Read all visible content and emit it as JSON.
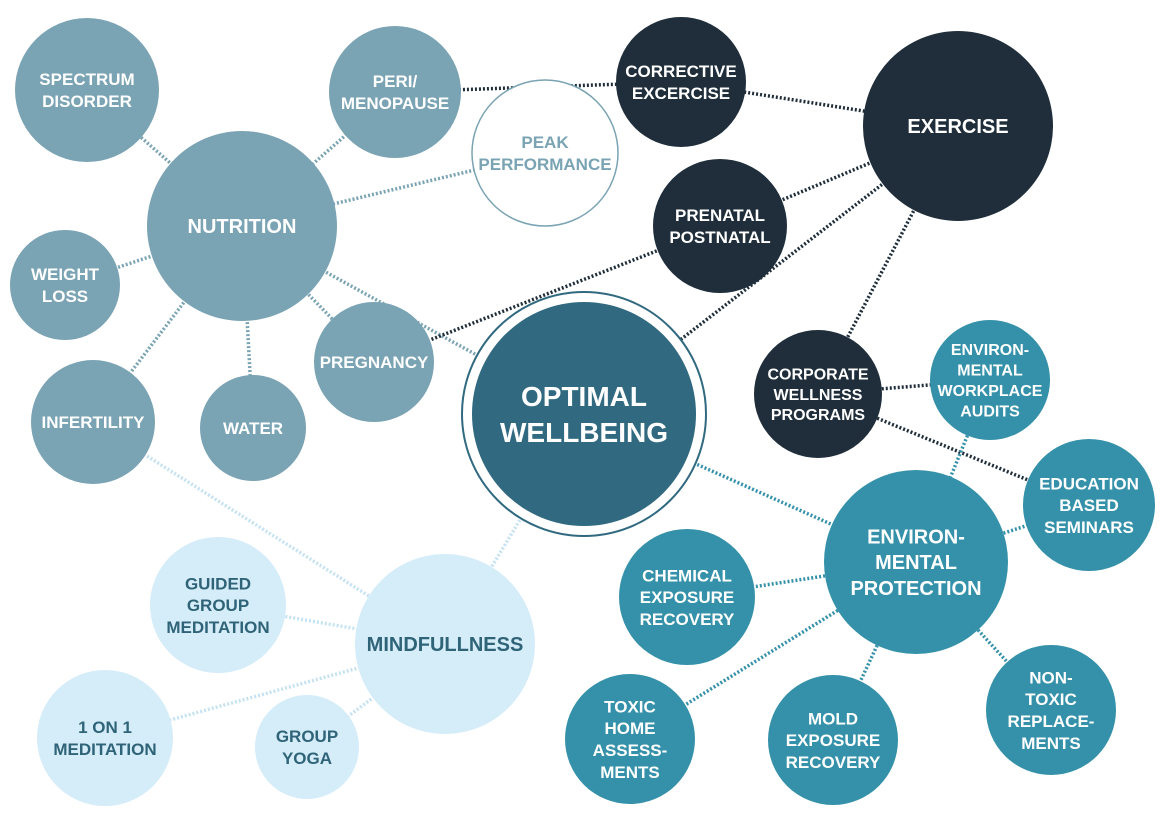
{
  "groups": {
    "nutrition": {
      "fill": "#7aa3b3",
      "text": "#ffffff",
      "line": "#7aa3b3"
    },
    "peak": {
      "fill": "#ffffff",
      "stroke": "#7aa3b3",
      "text": "#7aa3b3",
      "line": "#7aa3b3"
    },
    "exercise": {
      "fill": "#1f2e3a",
      "text": "#ffffff",
      "line": "#1f2e3a"
    },
    "center": {
      "fill": "#316a80",
      "stroke": "#316a80",
      "text": "#ffffff",
      "line": "#7aa3b3"
    },
    "environment": {
      "fill": "#3591a9",
      "text": "#ffffff",
      "line": "#3591a9"
    },
    "mindfulness": {
      "fill": "#d5ecf9",
      "text": "#2f6478",
      "line": "#c5e2f3"
    }
  },
  "nodes": [
    {
      "id": "spectrum",
      "group": "nutrition",
      "label": [
        "SPECTRUM",
        "DISORDER"
      ]
    },
    {
      "id": "peri",
      "group": "nutrition",
      "label": [
        "PERI/",
        "MENOPAUSE"
      ]
    },
    {
      "id": "nutrition",
      "group": "nutrition",
      "label": [
        "NUTRITION"
      ]
    },
    {
      "id": "peak",
      "group": "peak",
      "label": [
        "PEAK",
        "PERFORMANCE"
      ]
    },
    {
      "id": "weight",
      "group": "nutrition",
      "label": [
        "WEIGHT",
        "LOSS"
      ]
    },
    {
      "id": "pregnancy",
      "group": "nutrition",
      "label": [
        "PREGNANCY"
      ]
    },
    {
      "id": "infertility",
      "group": "nutrition",
      "label": [
        "INFERTILITY"
      ]
    },
    {
      "id": "water",
      "group": "nutrition",
      "label": [
        "WATER"
      ]
    },
    {
      "id": "corrective",
      "group": "exercise",
      "label": [
        "CORRECTIVE",
        "EXCERCISE"
      ]
    },
    {
      "id": "exercise",
      "group": "exercise",
      "label": [
        "EXERCISE"
      ]
    },
    {
      "id": "prenatal",
      "group": "exercise",
      "label": [
        "PRENATAL",
        "POSTNATAL"
      ]
    },
    {
      "id": "optimal",
      "group": "center",
      "label": [
        "OPTIMAL",
        "WELLBEING"
      ]
    },
    {
      "id": "corporate",
      "group": "exercise",
      "label": [
        "CORPORATE",
        "WELLNESS",
        "PROGRAMS"
      ]
    },
    {
      "id": "audits",
      "group": "environment",
      "label": [
        "ENVIRON-",
        "MENTAL",
        "WORKPLACE",
        "AUDITS"
      ]
    },
    {
      "id": "education",
      "group": "environment",
      "label": [
        "EDUCATION",
        "BASED",
        "SEMINARS"
      ]
    },
    {
      "id": "envprot",
      "group": "environment",
      "label": [
        "ENVIRON-",
        "MENTAL",
        "PROTECTION"
      ]
    },
    {
      "id": "chemical",
      "group": "environment",
      "label": [
        "CHEMICAL",
        "EXPOSURE",
        "RECOVERY"
      ]
    },
    {
      "id": "mindfulness",
      "group": "mindfulness",
      "label": [
        "MINDFULLNESS"
      ]
    },
    {
      "id": "guided",
      "group": "mindfulness",
      "label": [
        "GUIDED",
        "GROUP",
        "MEDITATION"
      ]
    },
    {
      "id": "oneonone",
      "group": "mindfulness",
      "label": [
        "1 ON 1",
        "MEDITATION"
      ]
    },
    {
      "id": "yoga",
      "group": "mindfulness",
      "label": [
        "GROUP",
        "YOGA"
      ]
    },
    {
      "id": "toxic",
      "group": "environment",
      "label": [
        "TOXIC",
        "HOME",
        "ASSESS-",
        "MENTS"
      ]
    },
    {
      "id": "mold",
      "group": "environment",
      "label": [
        "MOLD",
        "EXPOSURE",
        "RECOVERY"
      ]
    },
    {
      "id": "nontoxic",
      "group": "environment",
      "label": [
        "NON-",
        "TOXIC",
        "REPLACE-",
        "MENTS"
      ]
    }
  ],
  "edges": [
    {
      "from": "spectrum",
      "to": "nutrition",
      "group": "nutrition"
    },
    {
      "from": "peri",
      "to": "nutrition",
      "group": "nutrition"
    },
    {
      "from": "peak",
      "to": "nutrition",
      "group": "nutrition"
    },
    {
      "from": "weight",
      "to": "nutrition",
      "group": "nutrition"
    },
    {
      "from": "infertility",
      "to": "nutrition",
      "group": "nutrition"
    },
    {
      "from": "water",
      "to": "nutrition",
      "group": "nutrition"
    },
    {
      "from": "pregnancy",
      "to": "nutrition",
      "group": "nutrition"
    },
    {
      "from": "nutrition",
      "to": "optimal",
      "group": "nutrition"
    },
    {
      "from": "peri",
      "to": "corrective",
      "group": "exercise"
    },
    {
      "from": "corrective",
      "to": "exercise",
      "group": "exercise"
    },
    {
      "from": "prenatal",
      "to": "exercise",
      "group": "exercise"
    },
    {
      "from": "prenatal",
      "to": "pregnancy",
      "group": "exercise"
    },
    {
      "from": "exercise",
      "to": "optimal",
      "group": "exercise"
    },
    {
      "from": "exercise",
      "to": "corporate",
      "group": "exercise"
    },
    {
      "from": "corporate",
      "to": "audits",
      "group": "exercise"
    },
    {
      "from": "corporate",
      "to": "education",
      "group": "exercise"
    },
    {
      "from": "audits",
      "to": "envprot",
      "group": "environment"
    },
    {
      "from": "education",
      "to": "envprot",
      "group": "environment"
    },
    {
      "from": "optimal",
      "to": "envprot",
      "group": "environment"
    },
    {
      "from": "envprot",
      "to": "chemical",
      "group": "environment"
    },
    {
      "from": "envprot",
      "to": "toxic",
      "group": "environment"
    },
    {
      "from": "envprot",
      "to": "mold",
      "group": "environment"
    },
    {
      "from": "envprot",
      "to": "nontoxic",
      "group": "environment"
    },
    {
      "from": "infertility",
      "to": "mindfulness",
      "group": "mindfulness"
    },
    {
      "from": "optimal",
      "to": "mindfulness",
      "group": "mindfulness"
    },
    {
      "from": "mindfulness",
      "to": "guided",
      "group": "mindfulness"
    },
    {
      "from": "mindfulness",
      "to": "oneonone",
      "group": "mindfulness"
    },
    {
      "from": "mindfulness",
      "to": "yoga",
      "group": "mindfulness"
    }
  ]
}
